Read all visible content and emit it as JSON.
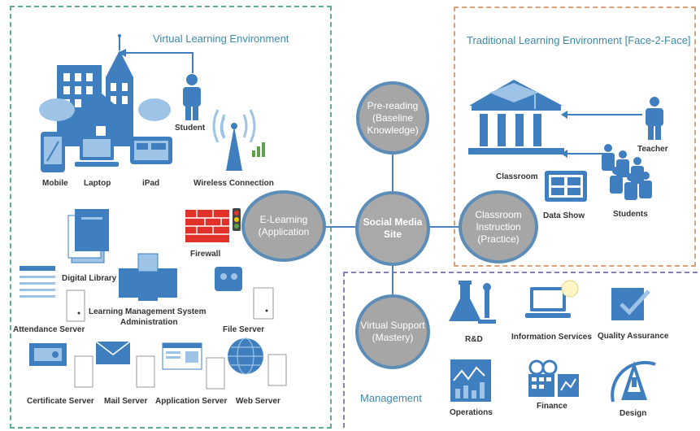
{
  "vle": {
    "title": "Virtual Learning Environment",
    "labels": {
      "student": "Student",
      "mobile": "Mobile",
      "laptop": "Laptop",
      "ipad": "iPad",
      "wireless": "Wireless Connection",
      "firewall": "Firewall",
      "digital_library": "Digital Library",
      "lms": "Learning Management System",
      "lms2": "Administration",
      "attendance": "Attendance Server",
      "file_server": "File Server",
      "certificate": "Certificate Server",
      "mail": "Mail Server",
      "application": "Application Server",
      "web": "Web Server"
    }
  },
  "tle": {
    "title": "Traditional Learning Environment [Face-2-Face]",
    "labels": {
      "teacher": "Teacher",
      "classroom": "Classroom",
      "data_show": "Data Show",
      "students": "Students"
    }
  },
  "circles": {
    "center": [
      "Social Media",
      "Site"
    ],
    "elearning": [
      "E-Learning",
      "(Application"
    ],
    "prereading": [
      "Pre-reading",
      "(Baseline",
      "Knowledge)"
    ],
    "classroom": [
      "Classroom",
      "Instruction",
      "(Practice)"
    ],
    "virtual": [
      "Virtual Support",
      "(Mastery)"
    ]
  },
  "management": {
    "title": "Management",
    "items": {
      "rd": "R&D",
      "info": "Information Services",
      "qa": "Quality Assurance",
      "ops": "Operations",
      "finance": "Finance",
      "design": "Design"
    }
  },
  "colors": {
    "icon": "#3f7fbf",
    "icon_light": "#9dc3e6",
    "firewall": "#e0322b",
    "circle_border": "#5b8db8"
  }
}
